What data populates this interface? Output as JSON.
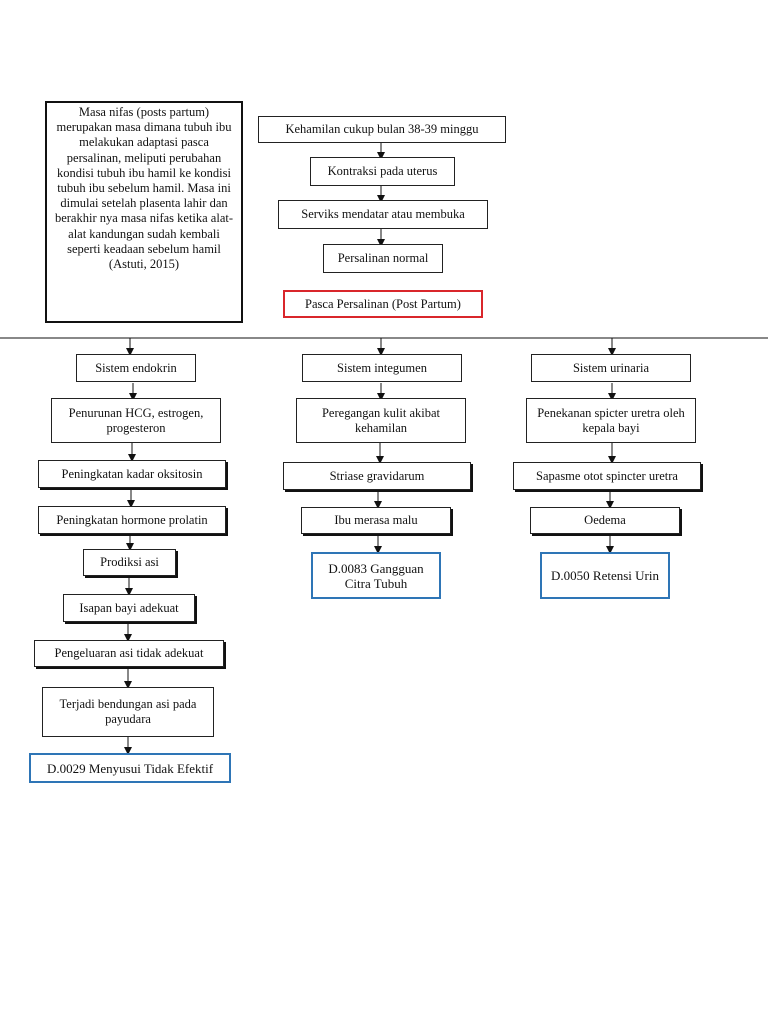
{
  "intro": {
    "text": "Masa nifas (posts partum) merupakan masa dimana tubuh ibu melakukan adaptasi pasca persalinan, meliputi perubahan kondisi tubuh ibu hamil ke kondisi tubuh ibu sebelum hamil. Masa ini dimulai setelah plasenta lahir dan berakhir nya masa nifas ketika alat-alat kandungan sudah kembali seperti keadaan sebelum hamil (Astuti, 2015)"
  },
  "top_flow": {
    "pregnancy": "Kehamilan cukup bulan 38-39 minggu",
    "contraction": "Kontraksi pada uterus",
    "cervix": "Serviks mendatar atau membuka",
    "labor": "Persalinan normal",
    "postpartum": "Pasca Persalinan (Post Partum)"
  },
  "endocrine": {
    "header": "Sistem endokrin",
    "steps": [
      "Penurunan HCG, estrogen, progesteron",
      "Peningkatan kadar oksitosin",
      "Peningkatan hormone prolatin",
      "Prodiksi asi",
      "Isapan bayi adekuat",
      "Pengeluaran asi tidak adekuat",
      "Terjadi bendungan asi pada payudara"
    ],
    "diagnosis": "D.0029 Menyusui Tidak Efektif"
  },
  "integument": {
    "header": "Sistem integumen",
    "steps": [
      "Peregangan kulit akibat kehamilan",
      "Striase gravidarum",
      "Ibu merasa malu"
    ],
    "diagnosis": "D.0083 Gangguan Citra Tubuh"
  },
  "urinary": {
    "header": "Sistem urinaria",
    "steps": [
      "Penekanan spicter uretra oleh kepala bayi",
      "Sapasme otot spincter uretra",
      "Oedema"
    ],
    "diagnosis": "D.0050 Retensi Urin"
  },
  "colors": {
    "diagnosis_border": "#2e75b6",
    "postpartum_border": "#d9262b",
    "line": "#111111"
  }
}
